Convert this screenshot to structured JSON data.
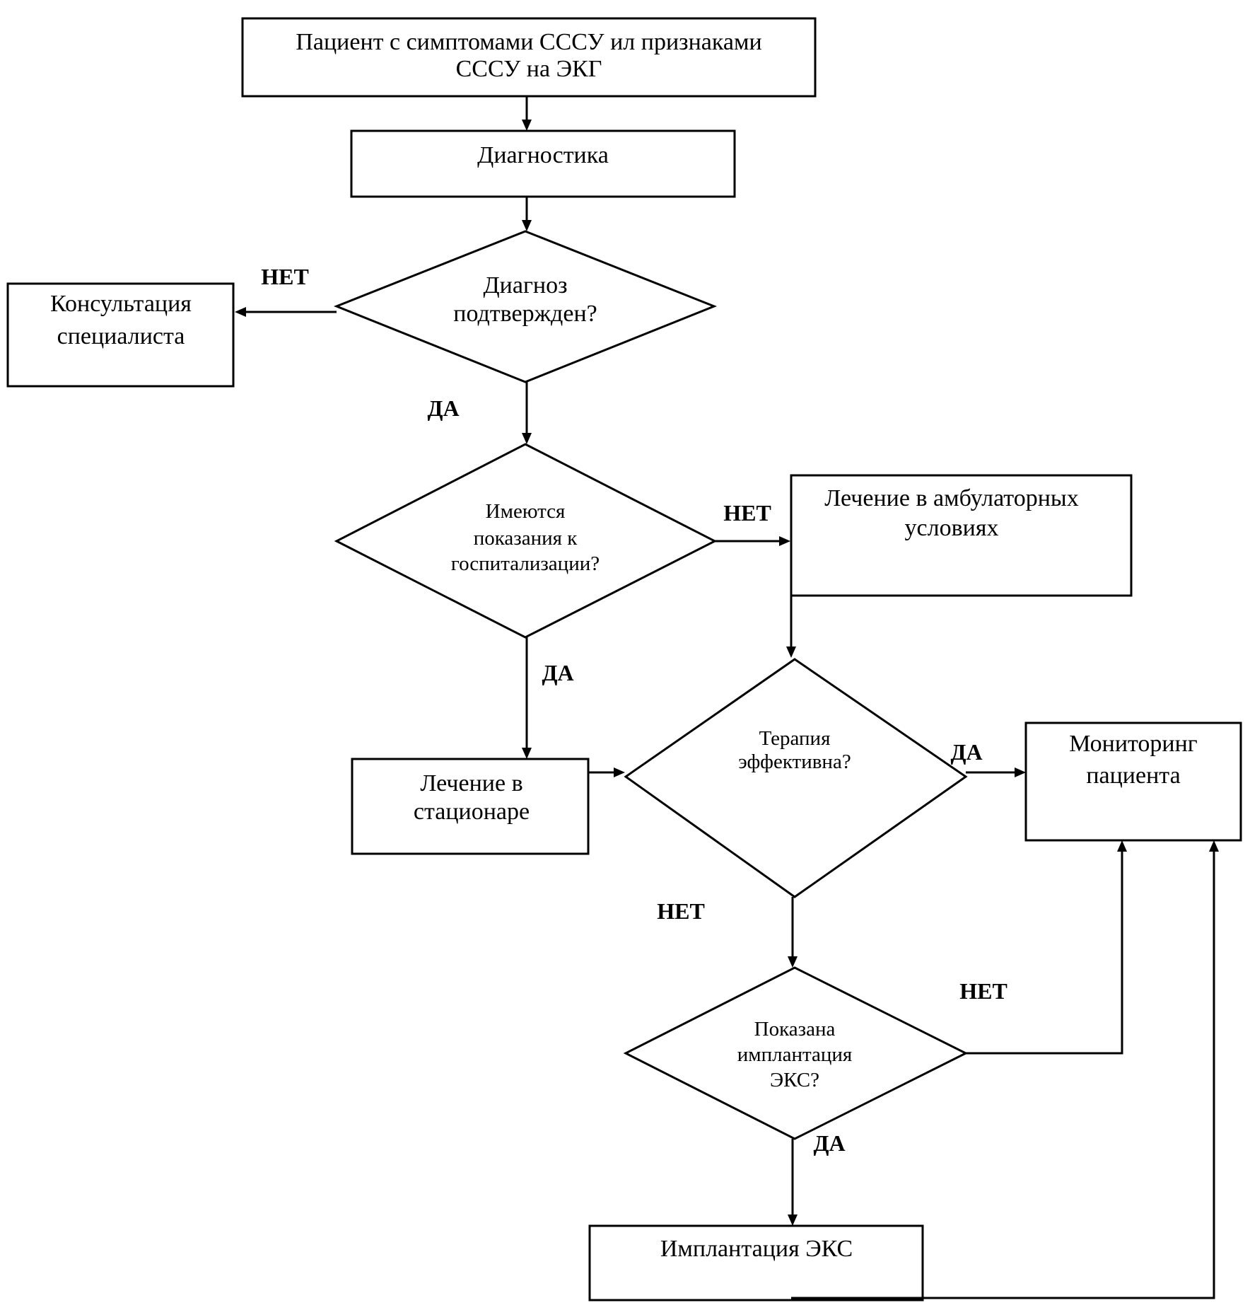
{
  "nodes": {
    "patient": {
      "line1": "Пациент с симптомами СССУ ил признаками",
      "line2": "СССУ на ЭКГ"
    },
    "diagnostics": {
      "line1": "Диагностика"
    },
    "diagnosis_confirmed": {
      "line1": "Диагноз",
      "line2": "подтвержден?"
    },
    "consultation": {
      "line1": "Консультация",
      "line2": "специалиста"
    },
    "hospitalization_indicated": {
      "line1": "Имеются",
      "line2": "показания к",
      "line3": "госпитализации?"
    },
    "outpatient_treatment": {
      "line1": "Лечение в амбулаторных",
      "line2": "условиях"
    },
    "inpatient_treatment": {
      "line1": "Лечение в",
      "line2": "стационаре"
    },
    "therapy_effective": {
      "line1": "Терапия",
      "line2": "эффективна?"
    },
    "monitoring": {
      "line1": "Мониторинг",
      "line2": "пациента"
    },
    "pacemaker_indicated": {
      "line1": "Показана",
      "line2": "имплантация",
      "line3": "ЭКС?"
    },
    "pacemaker_implantation": {
      "line1": "Имплантация ЭКС"
    }
  },
  "edge_labels": {
    "diagnosis_no": "НЕТ",
    "diagnosis_yes": "ДА",
    "hospitalization_no": "НЕТ",
    "hospitalization_yes": "ДА",
    "therapy_yes": "ДА",
    "therapy_no": "НЕТ",
    "pacemaker_no": "НЕТ",
    "pacemaker_yes": "ДА"
  }
}
